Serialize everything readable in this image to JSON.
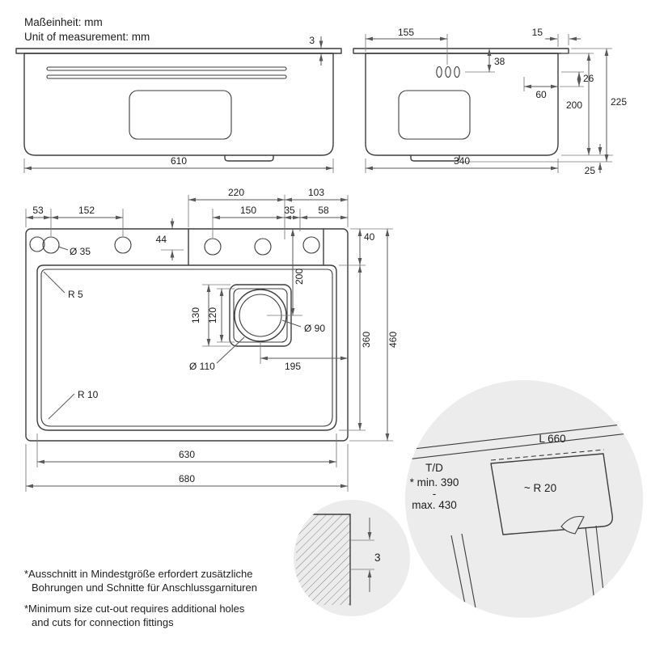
{
  "meta": {
    "unit_de": "Maßeinheit: mm",
    "unit_en": "Unit of measurement: mm"
  },
  "front": {
    "d3": "3",
    "d610": "610"
  },
  "side": {
    "d155": "155",
    "d15": "15",
    "d38": "38",
    "d26": "26",
    "d60": "60",
    "d200": "200",
    "d225": "225",
    "d340": "340",
    "d25": "25"
  },
  "top": {
    "d53": "53",
    "d152": "152",
    "d220": "220",
    "d103": "103",
    "d150": "150",
    "d35": "35",
    "d58": "58",
    "d44": "44",
    "dia35": "Ø 35",
    "d40": "40",
    "r5": "R 5",
    "d200": "200",
    "d130": "130",
    "d120": "120",
    "dia90": "Ø 90",
    "d360": "360",
    "d460": "460",
    "dia110": "Ø 110",
    "d195": "195",
    "r10": "R 10",
    "d630": "630",
    "d680": "680"
  },
  "cutout": {
    "l660": "L 660",
    "td": "T/D",
    "min": "* min. 390",
    "sep": "-",
    "max": "max. 430",
    "r20": "~ R 20"
  },
  "edge": {
    "d3": "3"
  },
  "notes": {
    "de1": "*Ausschnitt in Mindestgröße erfordert zusätzliche",
    "de2": "Bohrungen und Schnitte für Anschlussgarnituren",
    "en1": "*Minimum size cut-out requires additional holes",
    "en2": "and cuts for connection fittings"
  },
  "colors": {
    "line": "#3d3d3d",
    "dim": "#585858",
    "detail_bg": "#ececec",
    "text": "#1d1d1d"
  }
}
